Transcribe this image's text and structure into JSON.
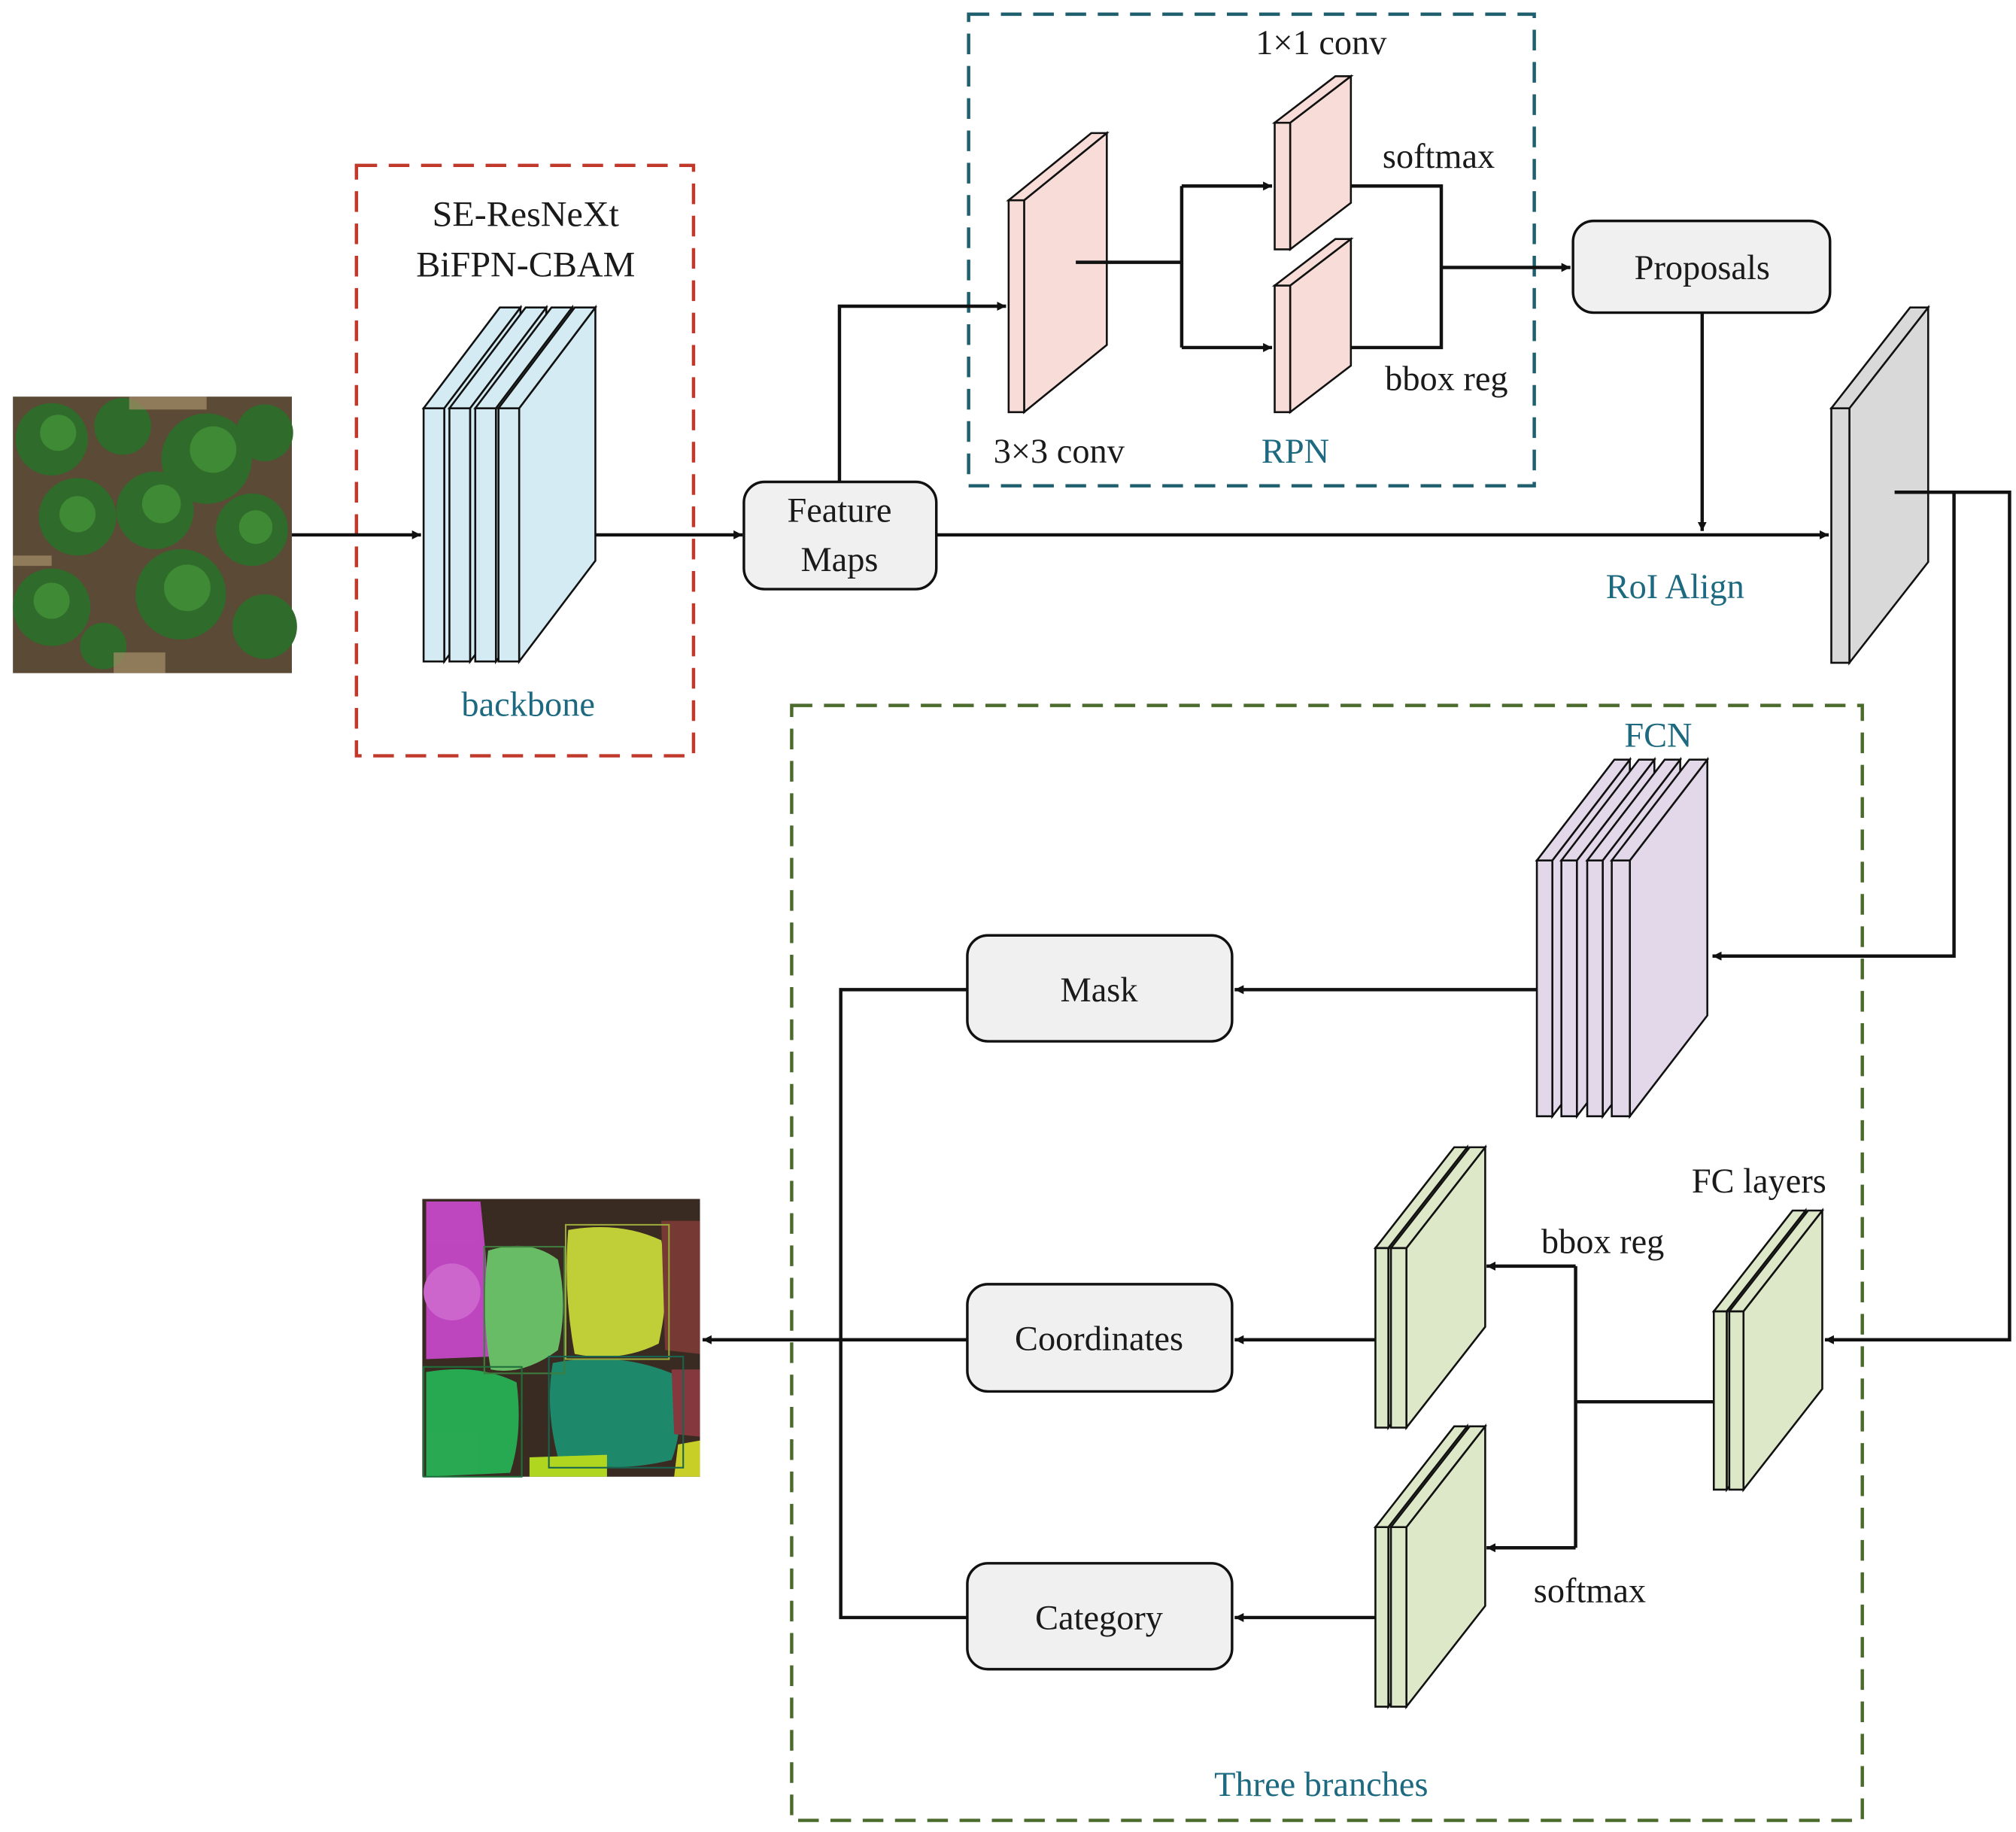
{
  "colors": {
    "backbone_box": "#c0392b",
    "rpn_box": "#1f5f6e",
    "branches_box": "#4a6b2c",
    "teal_label": "#1d6a80",
    "backbone_layer": "#d4ebf3",
    "rpn_layer": "#f8dcd8",
    "roi_layer": "#d9d9d9",
    "fcn_layer": "#e2d8ea",
    "fc_layer": "#dce8c8",
    "rounded_box": "#f0f0f0"
  },
  "backbone": {
    "title_line1": "SE-ResNeXt",
    "title_line2": "BiFPN-CBAM",
    "label": "backbone"
  },
  "feature_maps": {
    "line1": "Feature",
    "line2": "Maps"
  },
  "rpn": {
    "conv3": "3×3 conv",
    "conv1": "1×1 conv",
    "softmax": "softmax",
    "bbox_reg": "bbox reg",
    "label": "RPN"
  },
  "proposals": "Proposals",
  "roi_align": "RoI Align",
  "branches": {
    "label": "Three branches",
    "fcn": "FCN",
    "fc_layers": "FC layers",
    "bbox_reg": "bbox reg",
    "softmax": "softmax",
    "mask": "Mask",
    "coordinates": "Coordinates",
    "category": "Category"
  },
  "images": {
    "input": "aerial-tree-image",
    "output": "segmented-tree-image"
  }
}
